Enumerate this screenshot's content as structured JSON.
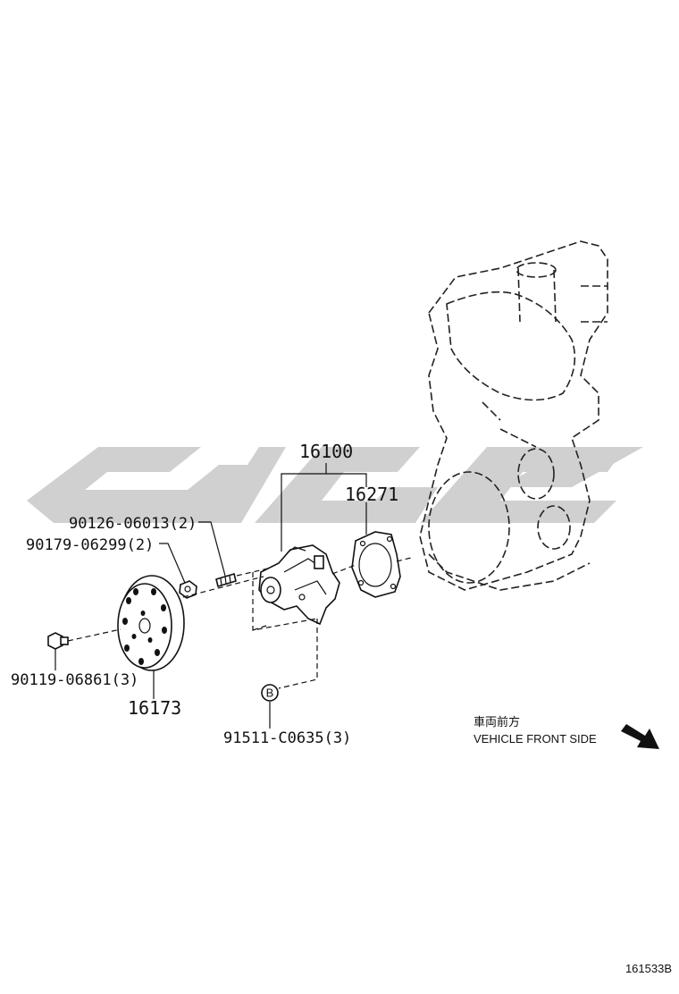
{
  "diagram_id": "161533B",
  "parts": {
    "water_pump_assy": "16100",
    "gasket": "16271",
    "pulley": "16173",
    "stud_bolt": "90126-06013(2)",
    "nut": "90179-06299(2)",
    "pulley_bolt": "90119-06861(3)",
    "bolt_b": "91511-C0635(3)",
    "bolt_b_marker": "B"
  },
  "direction": {
    "jp": "車両前方",
    "en": "VEHICLE FRONT SIDE"
  },
  "colors": {
    "ink": "#111111",
    "watermark": "#d0d0d0"
  }
}
